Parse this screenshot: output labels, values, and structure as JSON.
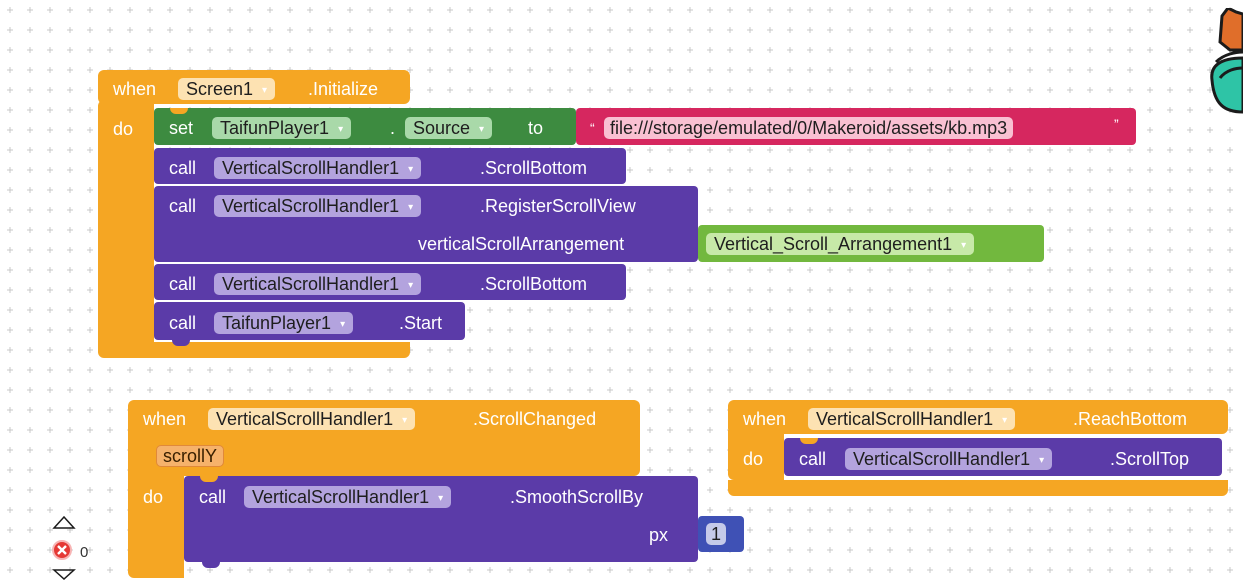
{
  "blocks": {
    "screen_init": {
      "when": "when",
      "do": "do",
      "component": "Screen1",
      "event": ".Initialize",
      "set": {
        "keyword": "set",
        "component": "TaifunPlayer1",
        "dot": ".",
        "property": "Source",
        "to": "to",
        "text_open": "“",
        "text_close": "”",
        "text_value": "file:///storage/emulated/0/Makeroid/assets/kb.mp3"
      },
      "call1": {
        "keyword": "call",
        "component": "VerticalScrollHandler1",
        "method": ".ScrollBottom"
      },
      "call2": {
        "keyword": "call",
        "component": "VerticalScrollHandler1",
        "method": ".RegisterScrollView",
        "arg_label": "verticalScrollArrangement",
        "arg_value": "Vertical_Scroll_Arrangement1"
      },
      "call3": {
        "keyword": "call",
        "component": "VerticalScrollHandler1",
        "method": ".ScrollBottom"
      },
      "call4": {
        "keyword": "call",
        "component": "TaifunPlayer1",
        "method": ".Start"
      }
    },
    "scroll_changed": {
      "when": "when",
      "do": "do",
      "component": "VerticalScrollHandler1",
      "event": ".ScrollChanged",
      "param": "scrollY",
      "call": {
        "keyword": "call",
        "component": "VerticalScrollHandler1",
        "method": ".SmoothScrollBy",
        "arg_label": "px",
        "arg_value": "1"
      }
    },
    "reach_bottom": {
      "when": "when",
      "do": "do",
      "component": "VerticalScrollHandler1",
      "event": ".ReachBottom",
      "call": {
        "keyword": "call",
        "component": "VerticalScrollHandler1",
        "method": ".ScrollTop"
      }
    }
  },
  "warnings": {
    "count": "0"
  },
  "dropdown_arrow": "▾",
  "icons": {
    "trash": "trash-can-icon",
    "zoom_in": "zoom-up-arrow-icon",
    "zoom_out": "zoom-down-arrow-icon",
    "warning": "error-x-icon"
  },
  "colors": {
    "event": "#f5a623",
    "call": "#5b3ba8",
    "set": "#3d8b40",
    "text": "#d6275f",
    "component": "#72b83e",
    "number": "#3f51b5"
  }
}
